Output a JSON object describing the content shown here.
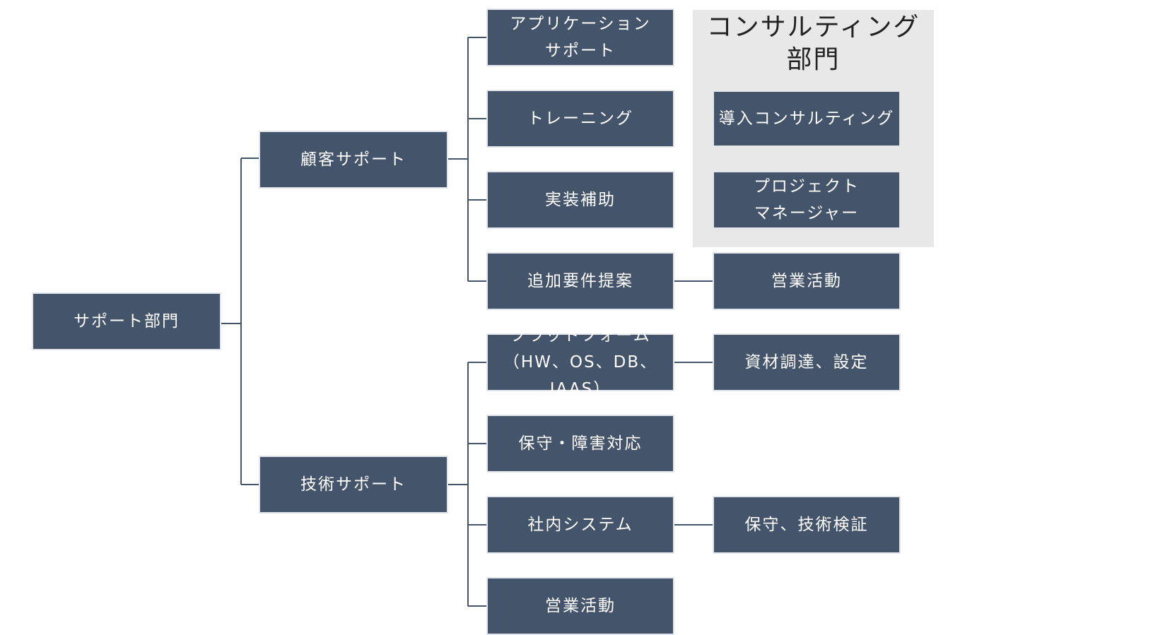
{
  "diagram": {
    "root": {
      "label": "サポート部門"
    },
    "branches": [
      {
        "label": "顧客サポート",
        "children": [
          {
            "label": "アプリケーション\nサポート"
          },
          {
            "label": "トレーニング"
          },
          {
            "label": "実装補助"
          },
          {
            "label": "追加要件提案",
            "related": "営業活動"
          }
        ]
      },
      {
        "label": "技術サポート",
        "children": [
          {
            "label": "プラットフォーム\n（HW、OS、DB、IAAS）",
            "related": "資材調達、設定"
          },
          {
            "label": "保守・障害対応"
          },
          {
            "label": "社内システム",
            "related": "保守、技術検証"
          },
          {
            "label": "営業活動"
          }
        ]
      }
    ],
    "consulting": {
      "title": "コンサルティング\n部門",
      "items": [
        {
          "label": "導入コンサルティング"
        },
        {
          "label": "プロジェクト\nマネージャー"
        }
      ]
    }
  },
  "colors": {
    "box_fill": "#44546a",
    "box_border": "#e3e6ea",
    "box_text": "#ffffff",
    "connector": "#44546a",
    "panel_fill": "#e8e8e8",
    "panel_title": "#222222"
  }
}
